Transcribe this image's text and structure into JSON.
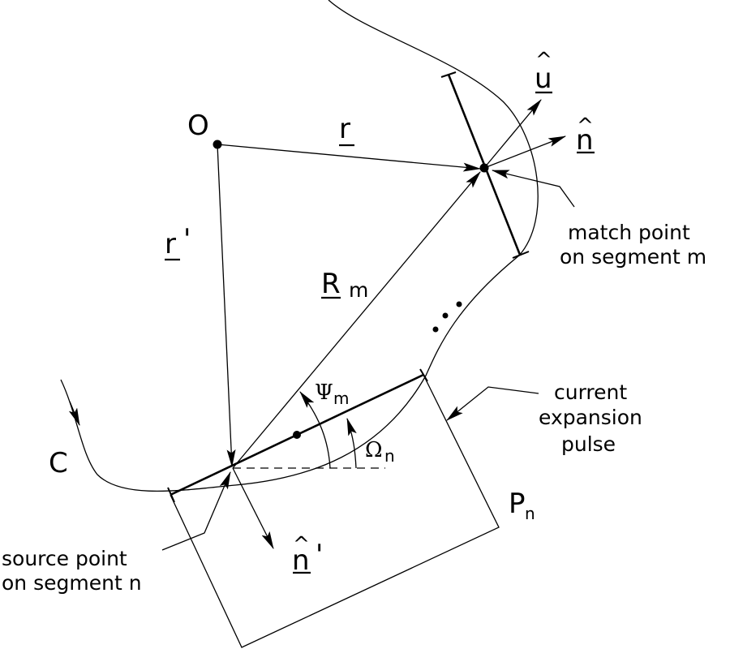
{
  "diagram": {
    "description": "Boundary-element geometry: curve C with source segment n and match segment m",
    "labels": {
      "origin": "O",
      "r_vec": "r",
      "r_prime_vec": "r",
      "r_prime_mark": "'",
      "R_vec": "R",
      "R_sub": "m",
      "u_hat": "u",
      "n_hat": "n",
      "n_prime_hat": "n",
      "n_prime_mark": "'",
      "hat": "^",
      "psi": "Ψ",
      "psi_sub": "m",
      "omega": "Ω",
      "omega_sub": "n",
      "curve": "C",
      "pulse": "P",
      "pulse_sub": "n",
      "ellipsis": "..."
    },
    "annotations": {
      "match_point": [
        "match point",
        "on segment m"
      ],
      "source_point": [
        "source point",
        "on segment n"
      ],
      "current_pulse": [
        "current",
        "expansion",
        "pulse"
      ]
    },
    "color": "#000000"
  }
}
